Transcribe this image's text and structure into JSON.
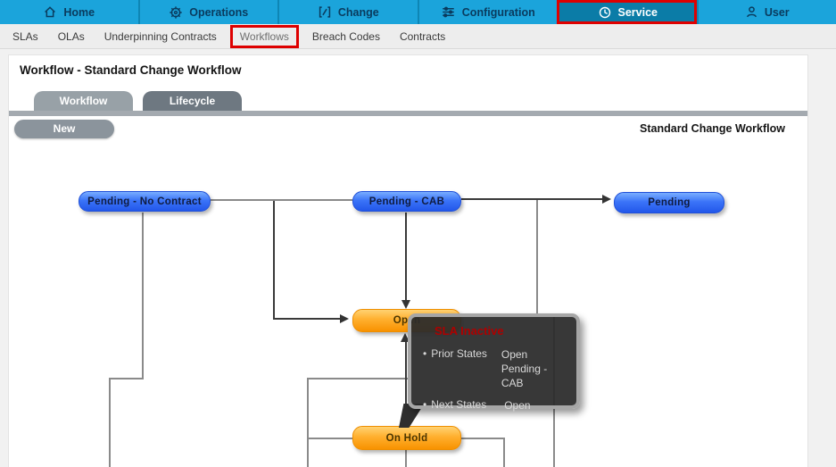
{
  "nav": {
    "items": [
      {
        "label": "Home",
        "icon": "home-icon"
      },
      {
        "label": "Operations",
        "icon": "operations-icon"
      },
      {
        "label": "Change",
        "icon": "change-icon"
      },
      {
        "label": "Configuration",
        "icon": "configuration-icon"
      },
      {
        "label": "Service",
        "icon": "service-icon"
      },
      {
        "label": "User",
        "icon": "user-icon"
      }
    ],
    "active_item": "Service"
  },
  "subnav": {
    "items": [
      {
        "label": "SLAs"
      },
      {
        "label": "OLAs"
      },
      {
        "label": "Underpinning Contracts"
      },
      {
        "label": "Workflows"
      },
      {
        "label": "Breach Codes"
      },
      {
        "label": "Contracts"
      }
    ],
    "highlighted_item": "Workflows"
  },
  "page": {
    "title": "Workflow - Standard Change Workflow"
  },
  "tabs": [
    {
      "label": "Workflow",
      "active": true
    },
    {
      "label": "Lifecycle",
      "active": false
    }
  ],
  "toolbar": {
    "new_label": "New",
    "workflow_name": "Standard Change Workflow"
  },
  "workflow": {
    "nodes": [
      {
        "label": "Pending - No Contract",
        "color": "blue"
      },
      {
        "label": "Pending - CAB",
        "color": "blue"
      },
      {
        "label": "Pending",
        "color": "blue"
      },
      {
        "label": "Open",
        "color": "orange"
      },
      {
        "label": "On Hold",
        "color": "orange"
      }
    ]
  },
  "tooltip": {
    "title": "SLA Inactive",
    "bullet": "•",
    "rows": [
      {
        "label": "Prior States",
        "values": {
          "0": "Open",
          "1": "Pending - CAB"
        }
      },
      {
        "label": "Next States",
        "values": {
          "0": "Open"
        }
      }
    ]
  },
  "colors": {
    "nav_background": "#1BA4DB",
    "nav_active_background": "#0B7CA7",
    "highlight_red": "#DE0000",
    "node_blue": "#3B74F8",
    "node_orange": "#FFAF2E",
    "tooltip_background": "#2C2C2C",
    "tooltip_title_red": "#AE0000"
  }
}
